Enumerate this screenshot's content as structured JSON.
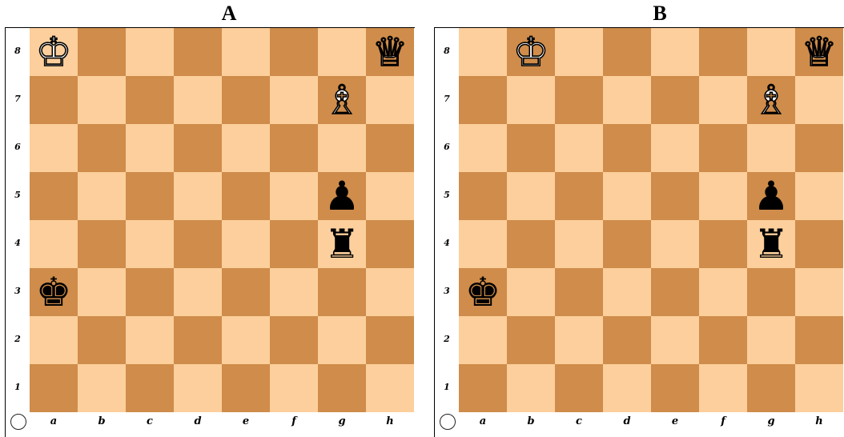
{
  "boards": [
    {
      "title": "A",
      "ranks": [
        "8",
        "7",
        "6",
        "5",
        "4",
        "3",
        "2",
        "1"
      ],
      "files": [
        "a",
        "b",
        "c",
        "d",
        "e",
        "f",
        "g",
        "h"
      ],
      "pieces": [
        {
          "square": "a8",
          "symbol": "♔",
          "color": "white",
          "name": "white-king-icon"
        },
        {
          "square": "h8",
          "symbol": "♕",
          "color": "white",
          "name": "white-queen-icon"
        },
        {
          "square": "g7",
          "symbol": "♗",
          "color": "white",
          "name": "white-bishop-icon"
        },
        {
          "square": "g5",
          "symbol": "♟",
          "color": "black",
          "name": "black-pawn-icon"
        },
        {
          "square": "g4",
          "symbol": "♜",
          "color": "black",
          "name": "black-rook-icon"
        },
        {
          "square": "a3",
          "symbol": "♚",
          "color": "black",
          "name": "black-king-icon"
        }
      ]
    },
    {
      "title": "B",
      "ranks": [
        "8",
        "7",
        "6",
        "5",
        "4",
        "3",
        "2",
        "1"
      ],
      "files": [
        "a",
        "b",
        "c",
        "d",
        "e",
        "f",
        "g",
        "h"
      ],
      "pieces": [
        {
          "square": "b8",
          "symbol": "♔",
          "color": "white",
          "name": "white-king-icon"
        },
        {
          "square": "h8",
          "symbol": "♕",
          "color": "white",
          "name": "white-queen-icon"
        },
        {
          "square": "g7",
          "symbol": "♗",
          "color": "white",
          "name": "white-bishop-icon"
        },
        {
          "square": "g5",
          "symbol": "♟",
          "color": "black",
          "name": "black-pawn-icon"
        },
        {
          "square": "g4",
          "symbol": "♜",
          "color": "black",
          "name": "black-rook-icon"
        },
        {
          "square": "a3",
          "symbol": "♚",
          "color": "black",
          "name": "black-king-icon"
        }
      ]
    }
  ],
  "colors": {
    "light_square": "#fccf9c",
    "dark_square": "#cf8c4a"
  }
}
